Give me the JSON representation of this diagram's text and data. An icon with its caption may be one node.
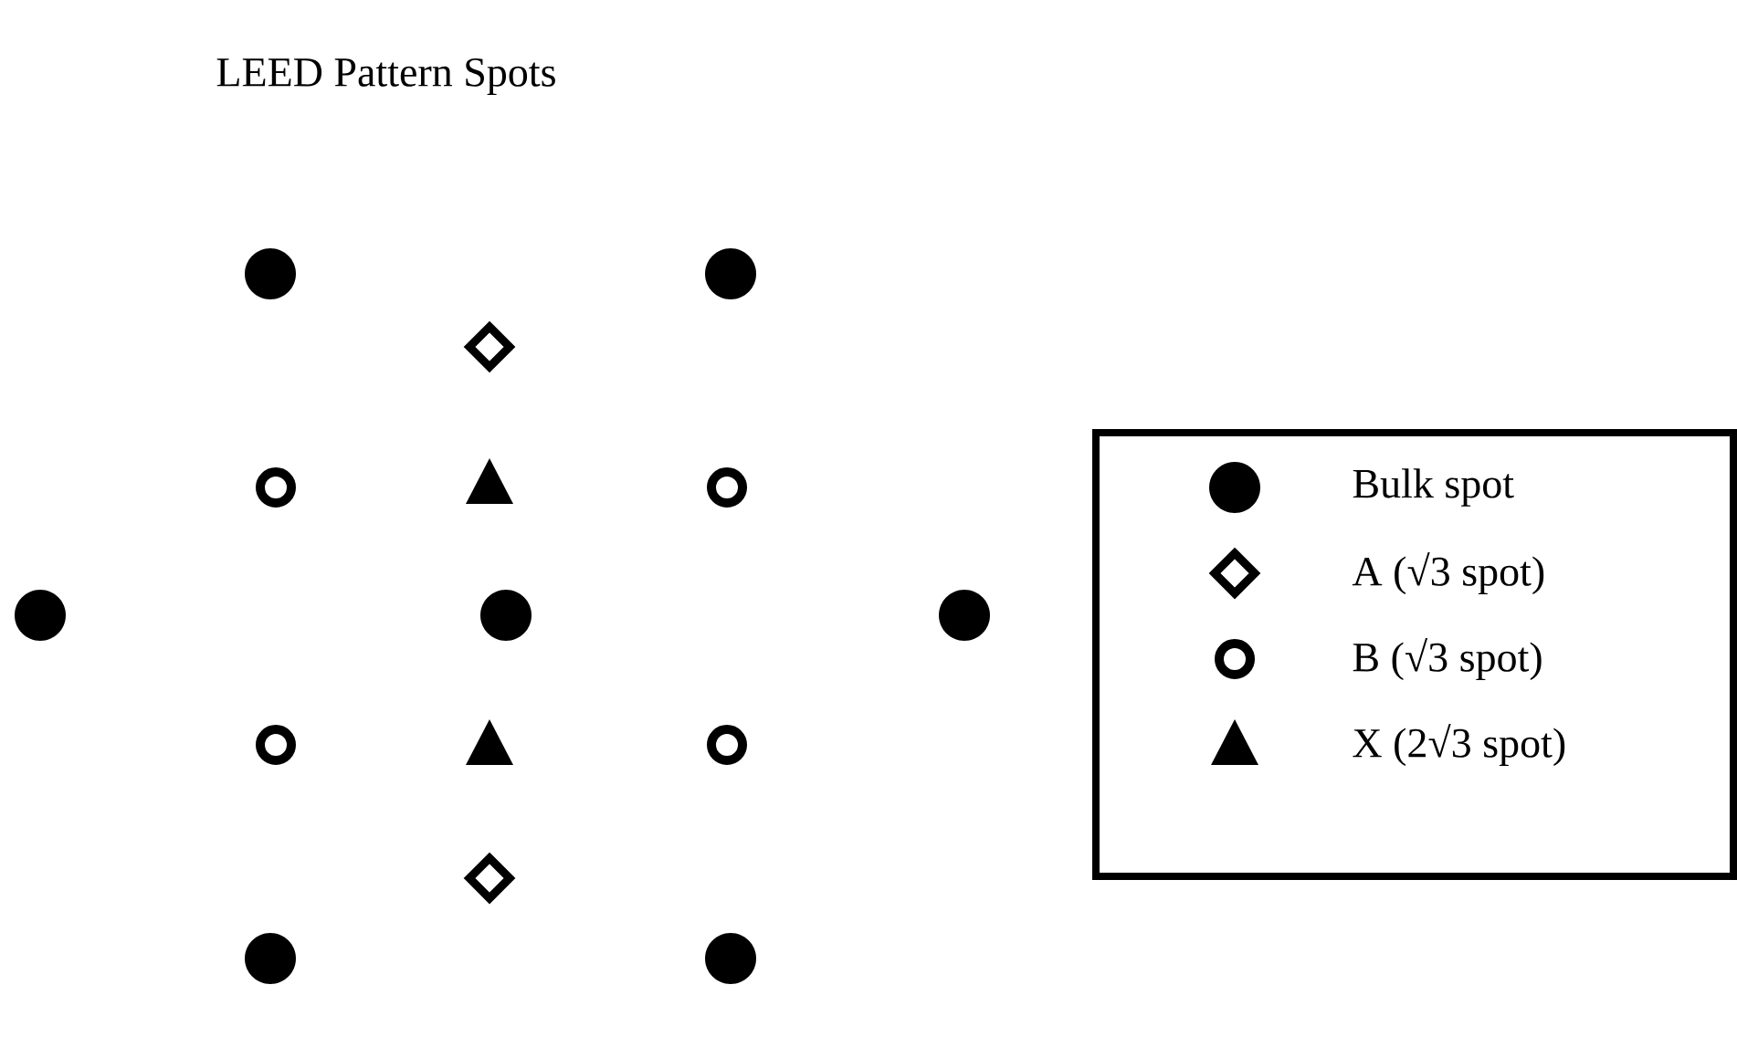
{
  "diagram": {
    "title": "LEED Pattern Spots",
    "legend": [
      {
        "text": "Bulk spot"
      },
      {
        "text": "A (√3 spot)"
      },
      {
        "text": "B (√3 spot)"
      },
      {
        "text": "X (2√3 spot)"
      }
    ]
  }
}
